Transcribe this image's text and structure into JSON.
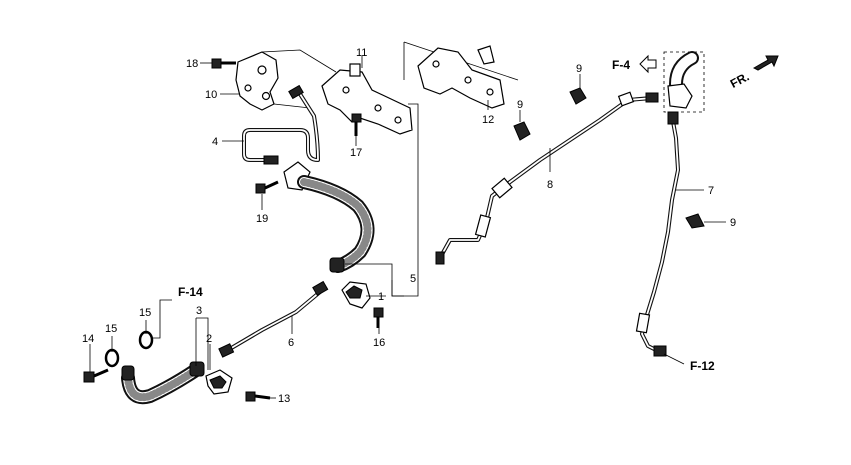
{
  "callouts": {
    "c1": "1",
    "c2": "2",
    "c3": "3",
    "c4": "4",
    "c5": "5",
    "c6": "6",
    "c7": "7",
    "c8": "8",
    "c9a": "9",
    "c9b": "9",
    "c9c": "9",
    "c10": "10",
    "c11": "11",
    "c12": "12",
    "c13": "13",
    "c14": "14",
    "c15a": "15",
    "c15b": "15",
    "c16": "16",
    "c17": "17",
    "c18": "18",
    "c19": "19"
  },
  "refs": {
    "f4": "F-4",
    "f12": "F-12",
    "f14": "F-14",
    "fr": "FR."
  }
}
